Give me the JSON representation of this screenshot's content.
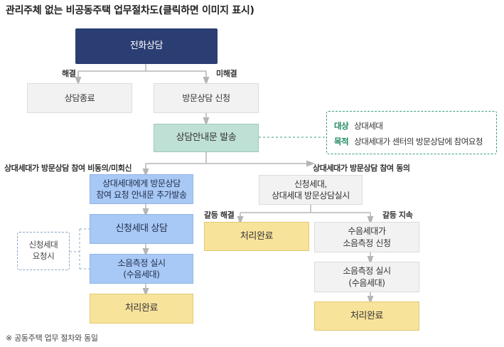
{
  "title": "관리주체 없는 비공동주택 업무절차도(클릭하면 이미지 표시)",
  "nodes": {
    "phone_consult": "전화상담",
    "consult_end": "상담종료",
    "visit_request": "방문상담 신청",
    "send_notice": "상담안내문 발송",
    "re_notice": [
      "상대세대에게 방문상담",
      "참여 요청 안내문 추가발송"
    ],
    "applicant_consult": "신청세대 상담",
    "noise_measure_left": [
      "소음측정 실시",
      "(수음세대)"
    ],
    "done_left": "처리완료",
    "applicant_request": [
      "신청세대",
      "요청시"
    ],
    "visit_both": [
      "신청세대,",
      "상대세대 방문상담실시"
    ],
    "done_middle": "처리완료",
    "receiver_request": [
      "수음세대가",
      "소음측정 신청"
    ],
    "noise_measure_right": [
      "소음측정 실시",
      "(수음세대)"
    ],
    "done_right": "처리완료"
  },
  "edge_labels": {
    "resolved": "해결",
    "unresolved": "미해결",
    "not_agree": "상대세대가 방문상담 참여 비동의/미회신",
    "agree": "상대세대가 방문상담 참여 동의",
    "conflict_resolved": "갈등 해결",
    "conflict_continues": "갈등 지속"
  },
  "info": {
    "target_key": "대상",
    "target_value": "상대세대",
    "purpose_key": "목적",
    "purpose_value": "상대세대가 센터의 방문상담에 참여요청"
  },
  "footnote": "※ 공동주택 업무 절차와 동일",
  "colors": {
    "navy": "#2b3e73",
    "teal": "#bfe0d5",
    "blue": "#a8c8f5",
    "yellow": "#f8e39b",
    "gray": "#f2f2f2",
    "info_accent": "#1f8a5e"
  }
}
